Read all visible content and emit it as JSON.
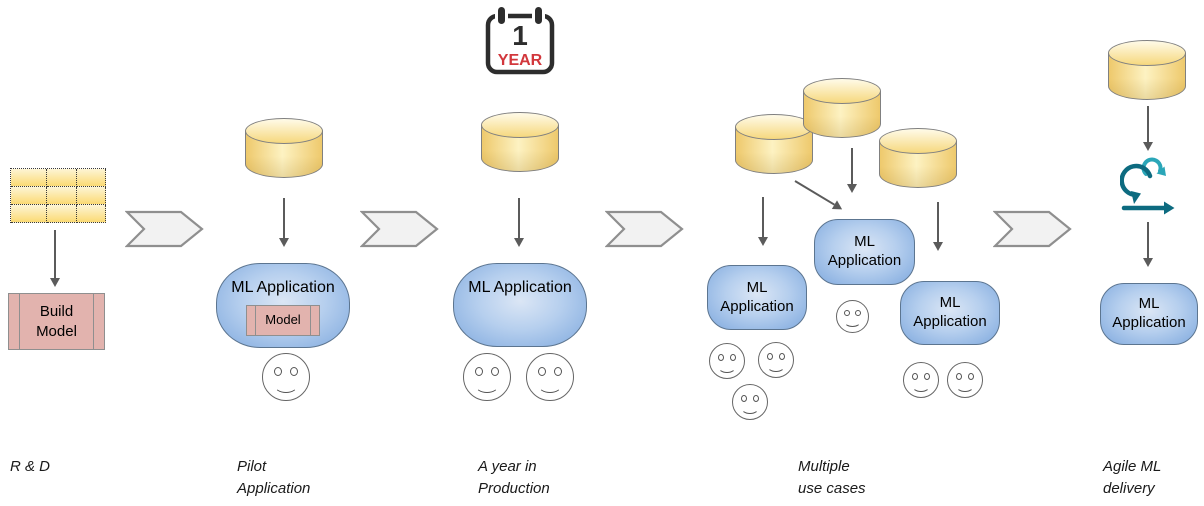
{
  "stages": [
    {
      "name": "R & D",
      "label": "R & D",
      "build_box_label": "Build Model"
    },
    {
      "name": "Pilot Application",
      "label": "Pilot\nApplication",
      "app_label": "ML Application",
      "model_label": "Model"
    },
    {
      "name": "A year in Production",
      "label": "A year in\nProduction",
      "app_label": "ML Application",
      "calendar_number": "1",
      "calendar_unit": "YEAR"
    },
    {
      "name": "Multiple use cases",
      "label": "Multiple\nuse cases",
      "app_labels": [
        "ML Application",
        "ML Application",
        "ML Application"
      ]
    },
    {
      "name": "Agile ML delivery",
      "label": "Agile ML\ndelivery",
      "app_label": "ML Application"
    }
  ],
  "icons": {
    "database": "database-cylinder-icon",
    "users": "smiley-face-icon",
    "calendar": "one-year-calendar-icon",
    "agile": "agile-sprint-loop-icon",
    "flow": "chevron-arrow-icon",
    "data_table": "dotted-data-grid-icon"
  },
  "colors": {
    "cylinder_fill": "#F6D87E",
    "cylinder_highlight": "#FFFBE9",
    "cylinder_border": "#808080",
    "app_fill_center": "#DBE6F5",
    "app_fill_edge": "#7FA9DE",
    "app_border": "#5C7590",
    "model_fill": "#E2B3AE",
    "model_border": "#8F8F8F",
    "chevron_fill": "#F2F2F2",
    "chevron_border": "#8F8F8F",
    "arrow": "#5B5B5B",
    "calendar_black": "#2D2D2D",
    "calendar_red": "#D2373C",
    "agile_dark_teal": "#0D6B80",
    "agile_light_teal": "#2AA6B8",
    "label_color": "#1A1A1A"
  }
}
